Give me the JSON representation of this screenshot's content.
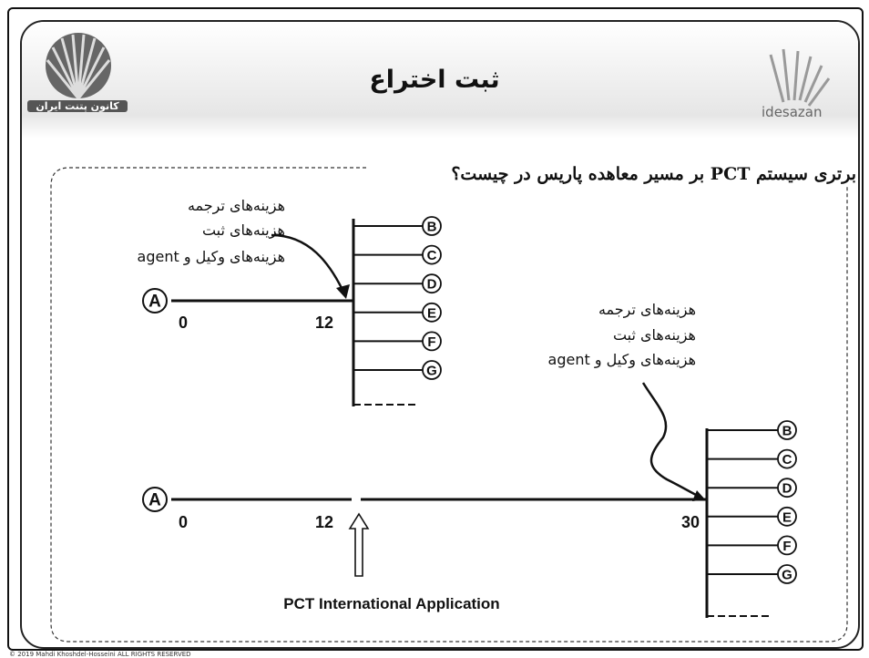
{
  "slide": {
    "title": "ثبت اختراع",
    "question": "برتری سیستم PCT بر مسیر معاهده پاریس در چیست؟",
    "left_logo_text": "کانون پتنت ایران",
    "right_logo_text": "idesazan",
    "copyright": "© 2019 Mahdi Khoshdel-Hosseini ALL RIGHTS RESERVED"
  },
  "top_diagram": {
    "origin_label": "A",
    "start_num": "0",
    "end_num": "12",
    "cost_lines": [
      "هزینه‌های ترجمه",
      "هزینه‌های ثبت",
      "هزینه‌های وکیل و agent"
    ],
    "branches": [
      "B",
      "C",
      "D",
      "E",
      "F",
      "G"
    ]
  },
  "bottom_diagram": {
    "origin_label": "A",
    "start_num": "0",
    "mid_num": "12",
    "end_num": "30",
    "cost_lines": [
      "هزینه‌های ترجمه",
      "هزینه‌های ثبت",
      "هزینه‌های وکیل و agent"
    ],
    "branches": [
      "B",
      "C",
      "D",
      "E",
      "F",
      "G"
    ],
    "pct_label": "PCT International Application"
  },
  "colors": {
    "line": "#111111",
    "header_gradient_mid": "#e6e6e6",
    "logo_badge": "#555555"
  }
}
